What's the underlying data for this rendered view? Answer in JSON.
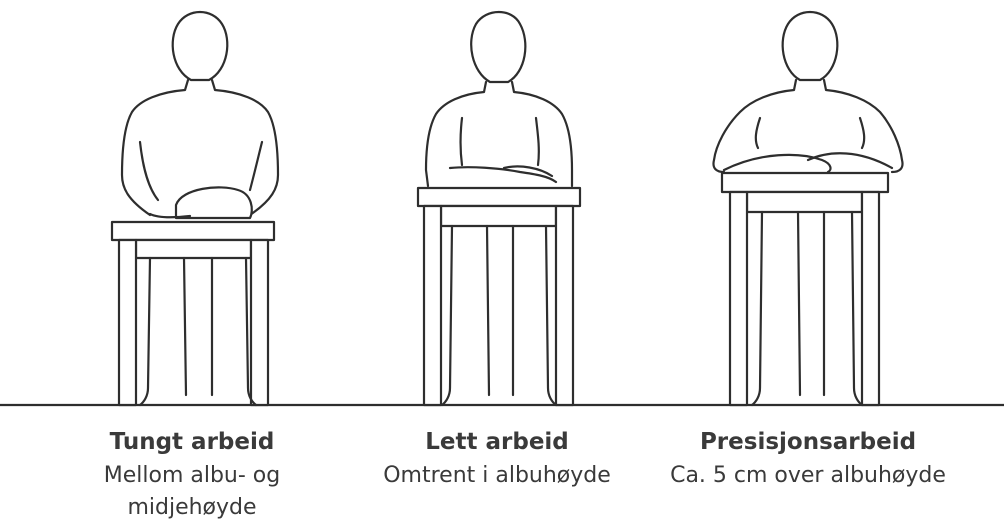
{
  "panels": [
    {
      "title": "Tungt arbeid",
      "desc": "Mellom albu- og midjehøyde"
    },
    {
      "title": "Lett arbeid",
      "desc": "Omtrent i albuhøyde"
    },
    {
      "title": "Presisjonsarbeid",
      "desc": "Ca. 5 cm over albuhøyde"
    }
  ],
  "colors": {
    "ink": "#2e2e2e",
    "text": "#3a3a3a",
    "background": "#ffffff"
  }
}
